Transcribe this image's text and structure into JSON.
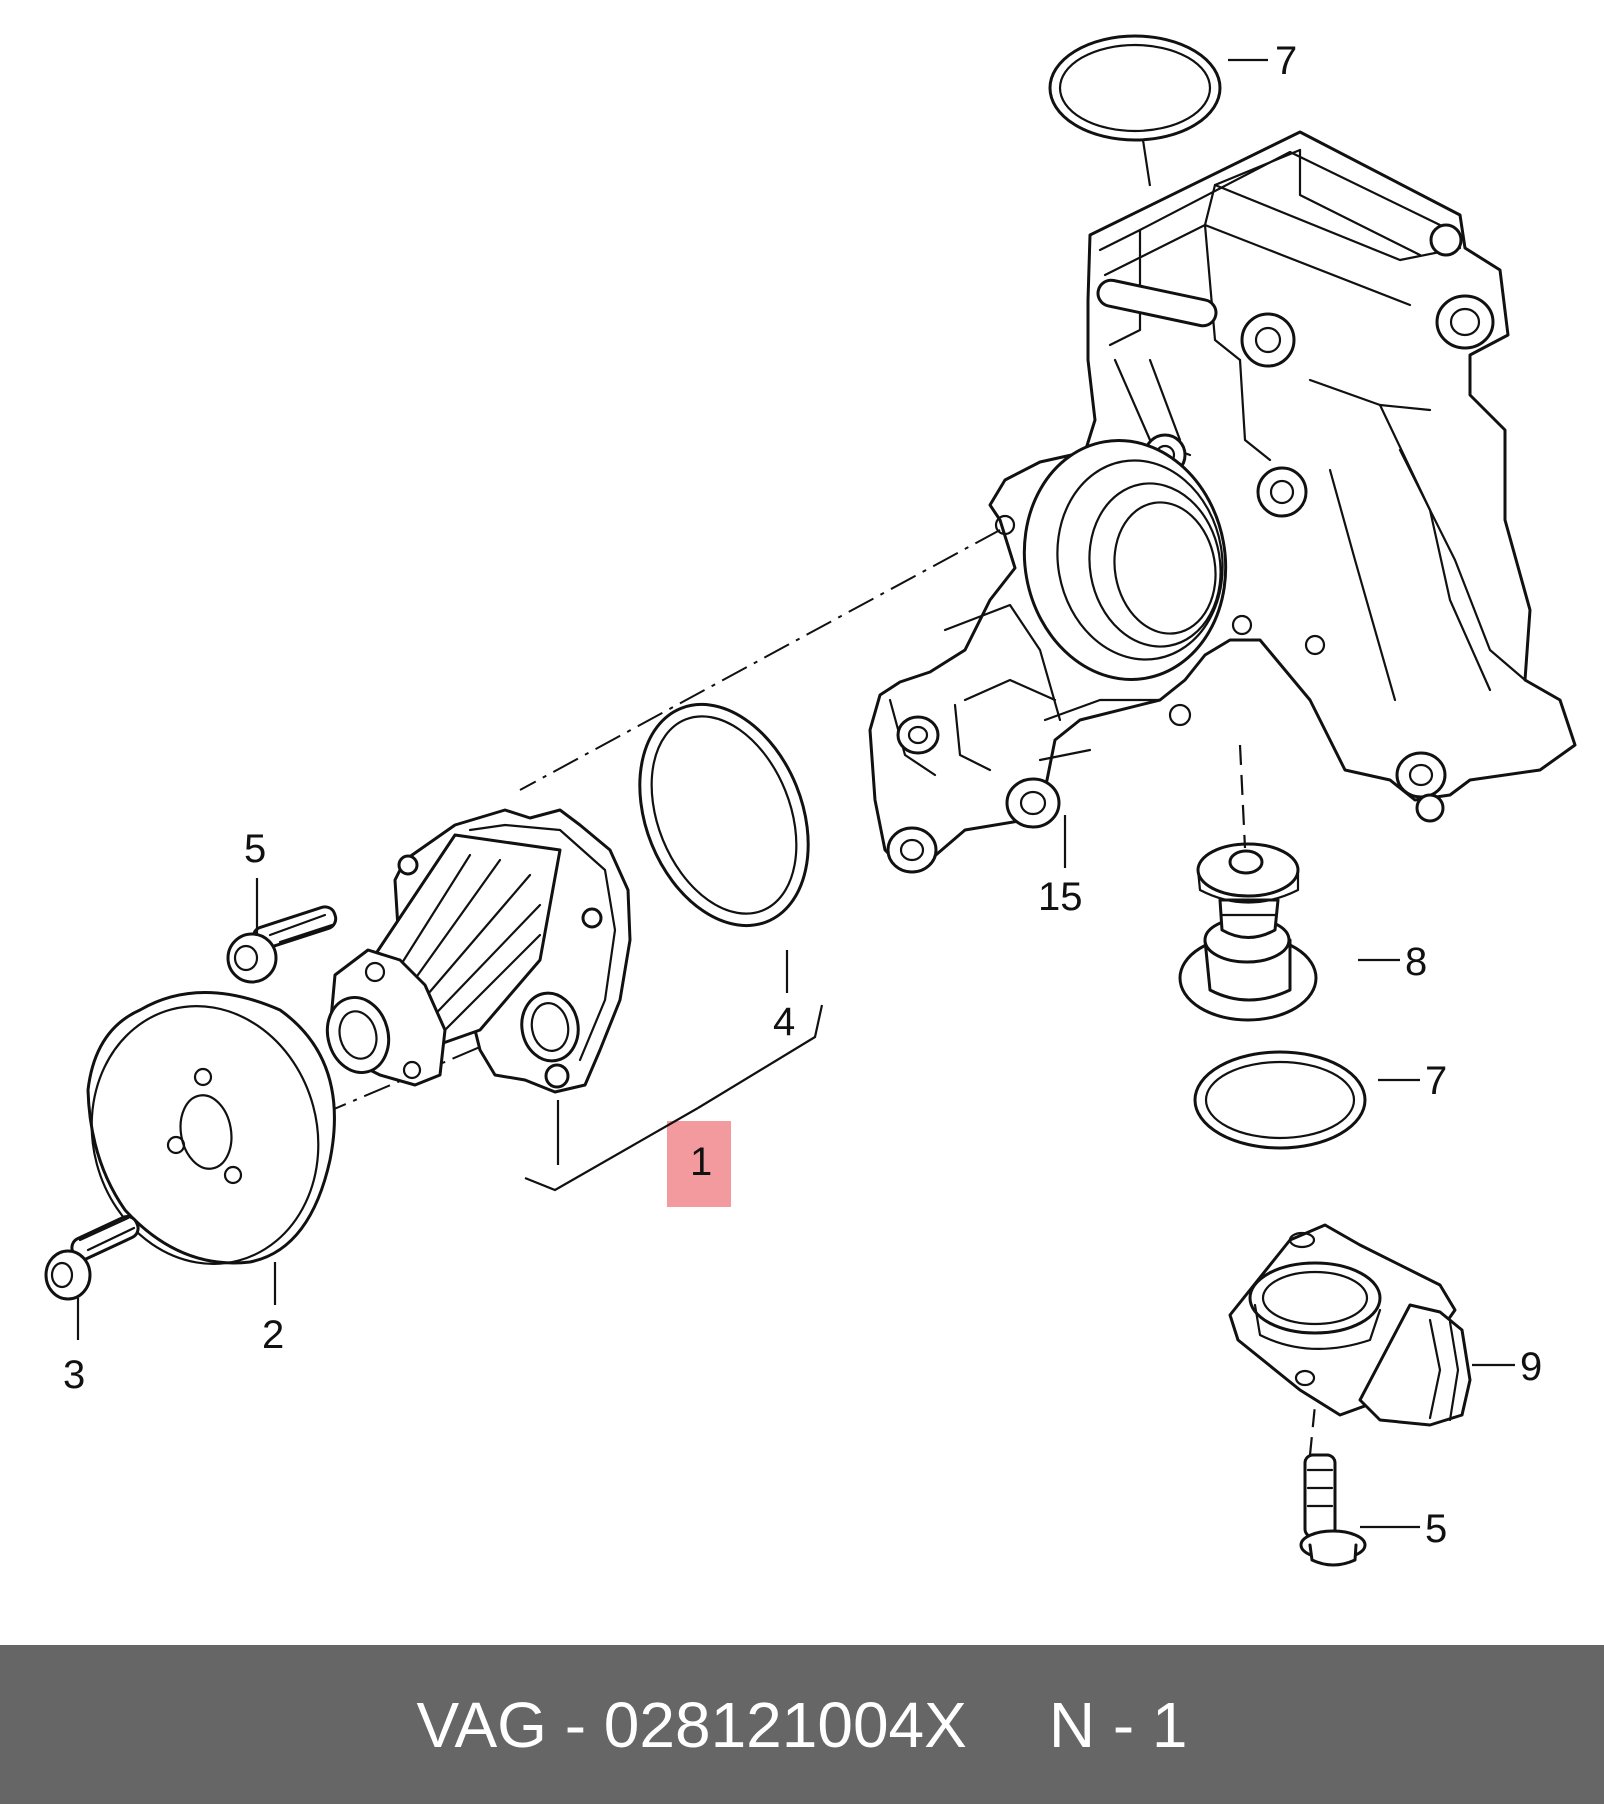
{
  "callouts": {
    "c1": "1",
    "c2": "2",
    "c3": "3",
    "c4": "4",
    "c5a": "5",
    "c5b": "5",
    "c7a": "7",
    "c7b": "7",
    "c8": "8",
    "c9": "9",
    "c15": "15"
  },
  "footer": {
    "brand_part": "VAG - 028121004X",
    "quantity": "N - 1"
  },
  "highlight_color": "#f29a9d",
  "footer_color": "#666666"
}
